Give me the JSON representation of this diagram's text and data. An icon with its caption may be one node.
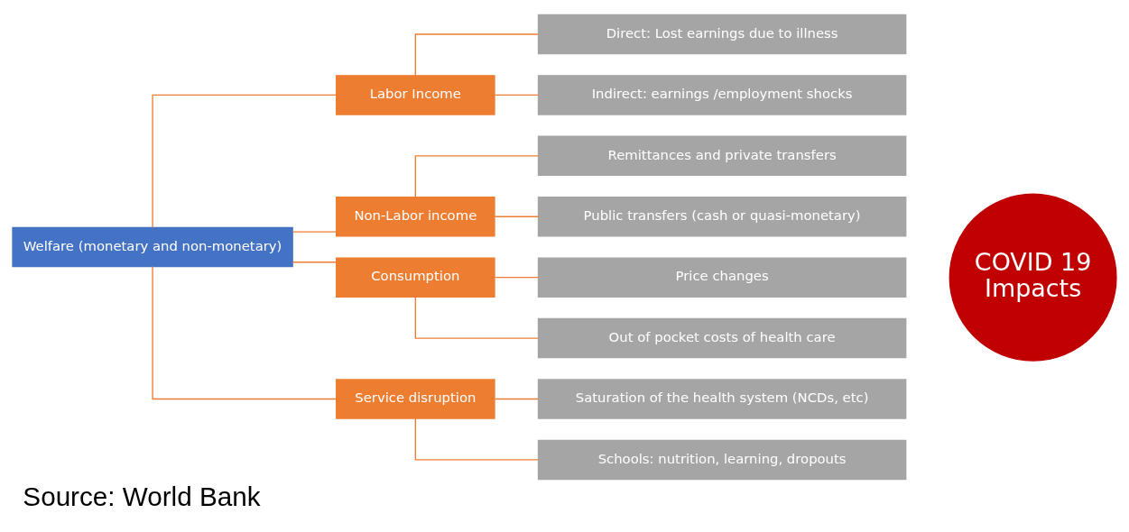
{
  "diagram": {
    "caption": "Source: World Bank",
    "nodes": [
      {
        "text": [
          "Welfare (monetary and non-monetary)"
        ]
      },
      {
        "text": [
          "Labor Income"
        ]
      },
      {
        "text": [
          "Direct: Lost earnings due to illness"
        ]
      },
      {
        "text": [
          "Indirect: earnings /employment shocks"
        ]
      },
      {
        "text": [
          "Non-Labor income"
        ]
      },
      {
        "text": [
          "Remittances and private transfers"
        ]
      },
      {
        "text": [
          "Public transfers (cash or quasi-monetary)"
        ]
      },
      {
        "text": [
          "Consumption"
        ]
      },
      {
        "text": [
          "Price changes"
        ]
      },
      {
        "text": [
          "Out of pocket costs of health care"
        ]
      },
      {
        "text": [
          "Service disruption"
        ]
      },
      {
        "text": [
          "Saturation of the health system (NCDs, etc)"
        ]
      },
      {
        "text": [
          "Schools: nutrition, learning, dropouts"
        ]
      },
      {
        "text": [
          "COVID 19 Impacts"
        ]
      }
    ],
    "edges": [
      {
        "from": 0,
        "to": 1,
        "arrow": "none"
      },
      {
        "from": 1,
        "to": 2,
        "arrow": "none"
      },
      {
        "from": 1,
        "to": 3,
        "arrow": "none"
      },
      {
        "from": 0,
        "to": 4,
        "arrow": "none"
      },
      {
        "from": 4,
        "to": 5,
        "arrow": "none"
      },
      {
        "from": 4,
        "to": 6,
        "arrow": "none"
      },
      {
        "from": 0,
        "to": 7,
        "arrow": "none"
      },
      {
        "from": 7,
        "to": 8,
        "arrow": "none"
      },
      {
        "from": 7,
        "to": 9,
        "arrow": "none"
      },
      {
        "from": 0,
        "to": 10,
        "arrow": "none"
      },
      {
        "from": 10,
        "to": 11,
        "arrow": "none"
      },
      {
        "from": 10,
        "to": 12,
        "arrow": "none"
      }
    ]
  }
}
